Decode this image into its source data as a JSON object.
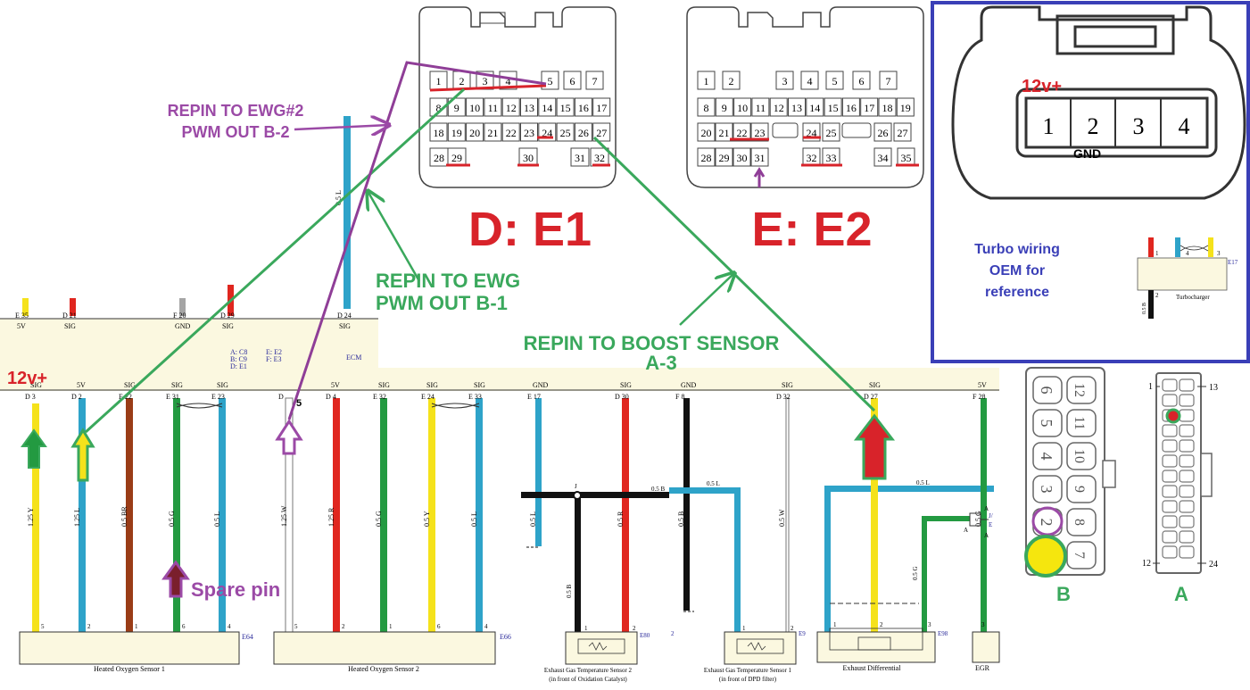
{
  "connectors": {
    "d_label": "D: E1",
    "e_label": "E: E2",
    "d_pins": [
      "1",
      "2",
      "3",
      "4",
      "5",
      "6",
      "7",
      "8",
      "9",
      "10",
      "11",
      "12",
      "13",
      "14",
      "15",
      "16",
      "17",
      "18",
      "19",
      "20",
      "21",
      "22",
      "23",
      "24",
      "25",
      "26",
      "27",
      "28",
      "29",
      "30",
      "31",
      "32"
    ],
    "e_pins": [
      "1",
      "2",
      "3",
      "4",
      "5",
      "6",
      "7",
      "8",
      "9",
      "10",
      "11",
      "12",
      "13",
      "14",
      "15",
      "16",
      "17",
      "18",
      "19",
      "20",
      "21",
      "22",
      "23",
      "24",
      "25",
      "26",
      "27",
      "28",
      "29",
      "30",
      "31",
      "32",
      "33",
      "34",
      "35"
    ]
  },
  "reference_box": {
    "label_12v": "12v+",
    "label_gnd": "GND",
    "pins": [
      "1",
      "2",
      "3",
      "4"
    ],
    "caption_lines": [
      "Turbo wiring",
      "OEM for",
      "reference"
    ],
    "turbo": {
      "pin_top": [
        "1",
        "4",
        "3"
      ],
      "pin_bottom": "2",
      "code": "E17",
      "name": "Turbocharger",
      "wire": "0.5 B"
    }
  },
  "annotations": {
    "repin_ewg2": [
      "REPIN TO EWG#2",
      "PWM OUT  B-2"
    ],
    "repin_ewg1": [
      "REPIN TO EWG",
      "PWM OUT B-1"
    ],
    "repin_boost": [
      "REPIN TO BOOST SENSOR",
      "A-3"
    ],
    "label_12v": "12v+",
    "spare_pin": "Spare pin",
    "pin5": "5"
  },
  "ecm": {
    "top_pins": [
      {
        "conn": "E",
        "pin": "35",
        "sig": "5V"
      },
      {
        "conn": "D",
        "pin": "21",
        "sig": "SIG"
      },
      {
        "conn": "F",
        "pin": "20",
        "sig": "GND"
      },
      {
        "conn": "D",
        "pin": "29",
        "sig": "SIG"
      },
      {
        "conn": "D",
        "pin": "24",
        "sig": "SIG"
      }
    ],
    "legend": [
      "A: C8",
      "B: C9",
      "D: E1",
      "E: E2",
      "F: E3"
    ],
    "name": "ECM",
    "wire_24": "0.5 L"
  },
  "sensor1": {
    "name": "Heated Oxygen Sensor 1",
    "code": "E64",
    "wires": [
      {
        "sig": "SIG",
        "conn": "D",
        "pin": "3",
        "spec": "1.25 Y",
        "end": "5"
      },
      {
        "sig": "5V",
        "conn": "D",
        "pin": "2",
        "spec": "1.25 L",
        "end": "2"
      },
      {
        "sig": "SIG",
        "conn": "E",
        "pin": "22",
        "spec": "0.5 BR",
        "end": "1"
      },
      {
        "sig": "SIG",
        "conn": "E",
        "pin": "31",
        "spec": "0.5 G",
        "end": "6"
      },
      {
        "sig": "SIG",
        "conn": "E",
        "pin": "23",
        "spec": "0.5 L",
        "end": "4"
      }
    ]
  },
  "sensor2": {
    "name": "Heated Oxygen Sensor 2",
    "code": "E66",
    "wires": [
      {
        "sig": "",
        "conn": "D",
        "pin": "",
        "spec": "1.25 W",
        "end": "5"
      },
      {
        "sig": "5V",
        "conn": "D",
        "pin": "4",
        "spec": "1.25 R",
        "end": "2"
      },
      {
        "sig": "SIG",
        "conn": "E",
        "pin": "32",
        "spec": "0.5 G",
        "end": "1"
      },
      {
        "sig": "SIG",
        "conn": "E",
        "pin": "24",
        "spec": "0.5 Y",
        "end": "6"
      },
      {
        "sig": "SIG",
        "conn": "E",
        "pin": "33",
        "spec": "0.5 L",
        "end": "4"
      }
    ]
  },
  "egt2": {
    "name": "Exhaust Gas Temperature Sensor 2",
    "sub": "(in front of Oxidation Catalyst)",
    "code": "E80",
    "wires": [
      {
        "sig": "GND",
        "conn": "E",
        "pin": "17",
        "spec": "0.5 L"
      },
      {
        "sig": "SIG",
        "conn": "D",
        "pin": "30",
        "spec": "0.5 R"
      }
    ],
    "junction": "J",
    "gnd_spec": "0.5 B",
    "bus_spec": "0.5 B",
    "pins": [
      "1",
      "2"
    ]
  },
  "egt1": {
    "name": "Exhaust Gas Temperature Sensor 1",
    "sub": "(in front of DPD filter)",
    "code": "E9",
    "wires": [
      {
        "sig": "GND",
        "conn": "F",
        "pin": "8",
        "spec": "0.5 B"
      },
      {
        "sig": "SIG",
        "conn": "D",
        "pin": "32",
        "spec": "0.5 W"
      }
    ],
    "bus_spec": "0.5 L",
    "pins": [
      "1",
      "2"
    ],
    "pin_left": "2"
  },
  "diff": {
    "name": "Exhaust Differential",
    "code": "E98",
    "wires": [
      {
        "sig": "SIG",
        "conn": "D",
        "pin": "27"
      },
      {
        "sig": "5V",
        "conn": "F",
        "pin": "28",
        "spec": "0.5 G"
      }
    ],
    "bus_spec": "0.5 L",
    "gspec": "0.5 G",
    "pins": [
      "1",
      "2",
      "3"
    ],
    "egr": "EGR",
    "egr_pin": "3",
    "splice": [
      "A",
      "A",
      "A",
      "J/",
      "E"
    ]
  },
  "conn_b": {
    "label": "B",
    "left": [
      "6",
      "5",
      "4",
      "3",
      "2",
      "1"
    ],
    "right": [
      "12",
      "11",
      "10",
      "9",
      "8",
      "7"
    ]
  },
  "conn_a": {
    "label": "A",
    "tl": "1",
    "tr": "13",
    "bl": "12",
    "br": "24"
  },
  "colors": {
    "yellow": "#f5e21b",
    "blue": "#2ea3c9",
    "red": "#e0261f",
    "green": "#239a41",
    "brown": "#9a3c17",
    "black": "#111111",
    "gray": "#a5a5a5",
    "purple": "#8f3e97",
    "anno_green": "#3aa85c",
    "anno_purple": "#9b4aa6",
    "bigred": "#d8232a",
    "frame_blue": "#3a3fb7",
    "panel": "#fbf8e0"
  }
}
